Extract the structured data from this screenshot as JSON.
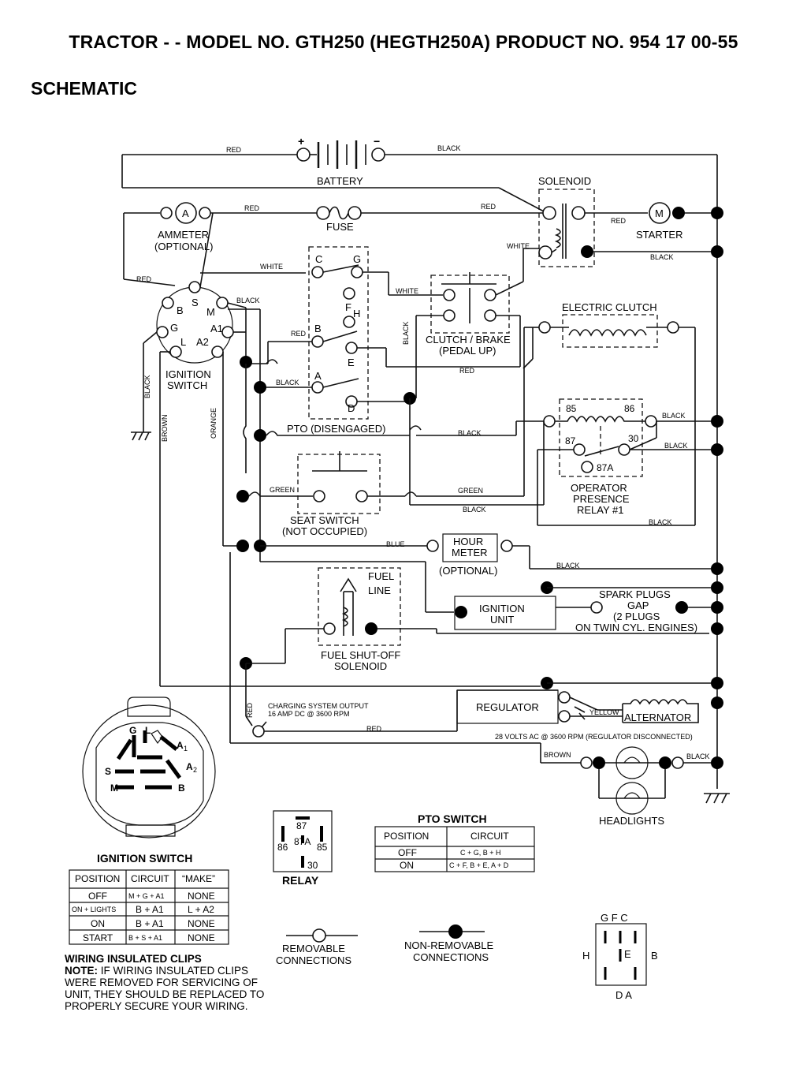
{
  "header": {
    "title": "TRACTOR - - MODEL NO. GTH250 (HEGTH250A) PRODUCT NO. 954 17 00-55",
    "section": "SCHEMATIC"
  },
  "components": {
    "battery": "BATTERY",
    "battery_plus": "+",
    "battery_minus": "−",
    "solenoid": "SOLENOID",
    "ammeter_symbol": "A",
    "ammeter_line1": "AMMETER",
    "ammeter_line2": "(OPTIONAL)",
    "fuse": "FUSE",
    "starter_symbol": "M",
    "starter": "STARTER",
    "ignition_switch_line1": "IGNITION",
    "ignition_switch_line2": "SWITCH",
    "clutch_brake_line1": "CLUTCH / BRAKE",
    "clutch_brake_line2": "(PEDAL UP)",
    "electric_clutch": "ELECTRIC CLUTCH",
    "pto": "PTO (DISENGAGED)",
    "relay_line1": "OPERATOR",
    "relay_line2": "PRESENCE",
    "relay_line3": "RELAY #1",
    "seat_switch_line1": "SEAT SWITCH",
    "seat_switch_line2": "(NOT OCCUPIED)",
    "hour_meter_line1": "HOUR",
    "hour_meter_line2": "METER",
    "hour_meter_optional": "(OPTIONAL)",
    "fuel_line_1": "FUEL",
    "fuel_line_2": "LINE",
    "ignition_unit_line1": "IGNITION",
    "ignition_unit_line2": "UNIT",
    "spark_line1": "SPARK PLUGS",
    "spark_line2": "GAP",
    "spark_line3": "(2 PLUGS",
    "spark_line4": "ON TWIN CYL. ENGINES)",
    "fuel_solenoid_line1": "FUEL SHUT-OFF",
    "fuel_solenoid_line2": "SOLENOID",
    "charging_line1": "CHARGING SYSTEM OUTPUT",
    "charging_line2": "16 AMP DC @ 3600 RPM",
    "regulator": "REGULATOR",
    "alternator": "ALTERNATOR",
    "alternator_note": "28 VOLTS AC @ 3600 RPM (REGULATOR DISCONNECTED)",
    "headlights": "HEADLIGHTS"
  },
  "terminals": {
    "ign_b": "B",
    "ign_s": "S",
    "ign_m": "M",
    "ign_g": "G",
    "ign_a1": "A1",
    "ign_l": "L",
    "ign_a2": "A2",
    "pto_c": "C",
    "pto_g": "G",
    "pto_f": "F",
    "pto_h": "H",
    "pto_b": "B",
    "pto_e": "E",
    "pto_a": "A",
    "pto_d": "D",
    "r85": "85",
    "r86": "86",
    "r87": "87",
    "r30": "30",
    "r87a": "87A"
  },
  "wire_colors": {
    "red": "RED",
    "black": "BLACK",
    "white": "WHITE",
    "green": "GREEN",
    "blue": "BLUE",
    "brown": "BROWN",
    "orange": "ORANGE",
    "yellow": "YELLOW"
  },
  "ignition_connector": {
    "labels": {
      "g": "G",
      "l": "L",
      "a1": "A",
      "a1_sub": "1",
      "a2": "A",
      "a2_sub": "2",
      "s": "S",
      "m": "M",
      "b": "B"
    },
    "caption": "IGNITION SWITCH"
  },
  "ignition_table": {
    "headers": [
      "POSITION",
      "CIRCUIT",
      "“MAKE”"
    ],
    "rows": [
      [
        "OFF",
        "M + G + A1",
        "NONE"
      ],
      [
        "ON + LIGHTS",
        "B + A1",
        "L + A2"
      ],
      [
        "ON",
        "B + A1",
        "NONE"
      ],
      [
        "START",
        "B + S + A1",
        "NONE"
      ]
    ]
  },
  "relay_diagram": {
    "caption": "RELAY",
    "pins": {
      "p87": "87",
      "p87a": "87A",
      "p86": "86",
      "p85": "85",
      "p30": "30"
    }
  },
  "pto_table": {
    "title": "PTO SWITCH",
    "headers": [
      "POSITION",
      "CIRCUIT"
    ],
    "rows": [
      [
        "OFF",
        "C + G, B + H"
      ],
      [
        "ON",
        "C + F, B + E, A + D"
      ]
    ]
  },
  "legend": {
    "removable_line1": "REMOVABLE",
    "removable_line2": "CONNECTIONS",
    "nonremovable_line1": "NON-REMOVABLE",
    "nonremovable_line2": "CONNECTIONS"
  },
  "pto_connector": {
    "top": "G  F  C",
    "left": "H",
    "center": "E",
    "right": "B",
    "bottom": "D  A"
  },
  "notes": {
    "title": "WIRING INSULATED CLIPS",
    "note_label": "NOTE:",
    "body": "IF WIRING INSULATED CLIPS WERE REMOVED FOR SERVICING OF UNIT, THEY SHOULD BE REPLACED TO PROPERLY SECURE YOUR WIRING."
  }
}
